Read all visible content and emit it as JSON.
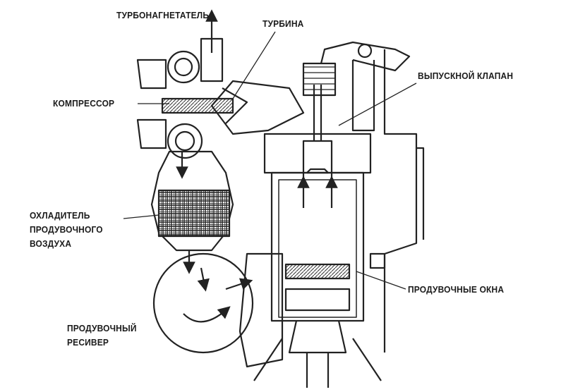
{
  "labels": {
    "turbocharger": "ТУРБОНАГНЕТАТЕЛЬ",
    "turbine": "ТУРБИНА",
    "exhaust_valve": "ВЫПУСКНОЙ КЛАПАН",
    "compressor": "КОМПРЕССОР",
    "cooler": [
      "ОХЛАДИТЕЛЬ",
      "ПРОДУВОЧНОГО",
      "ВОЗДУХА"
    ],
    "scavenge_ports": "ПРОДУВОЧНЫЕ ОКНА",
    "receiver": [
      "ПРОДУВОЧНЫЙ",
      "РЕСИВЕР"
    ]
  }
}
